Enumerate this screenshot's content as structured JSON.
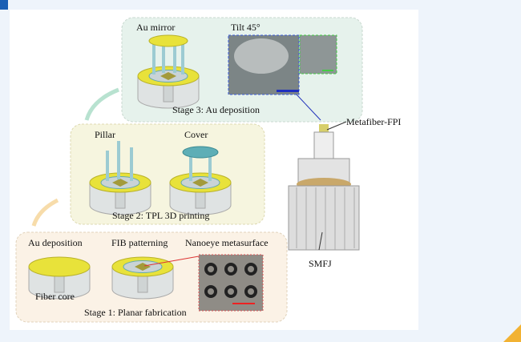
{
  "stage3": {
    "title": "Stage 3: Au deposition",
    "au_mirror": "Au mirror",
    "tilt": "Tilt 45°"
  },
  "stage2": {
    "title": "Stage 2: TPL 3D printing",
    "pillar": "Pillar",
    "cover": "Cover"
  },
  "stage1": {
    "title": "Stage 1: Planar fabrication",
    "au_deposition": "Au deposition",
    "fib": "FIB patterning",
    "nanoeye": "Nanoeye metasurface",
    "fiber_core": "Fiber core"
  },
  "device": {
    "metafiber": "Metafiber-FPI",
    "smfj": "SMFJ"
  },
  "colors": {
    "gold": "#e8e23a",
    "stage3_bg": "#e6f2ec",
    "stage2_bg": "#f6f5df",
    "stage1_bg": "#fbf2e6"
  }
}
